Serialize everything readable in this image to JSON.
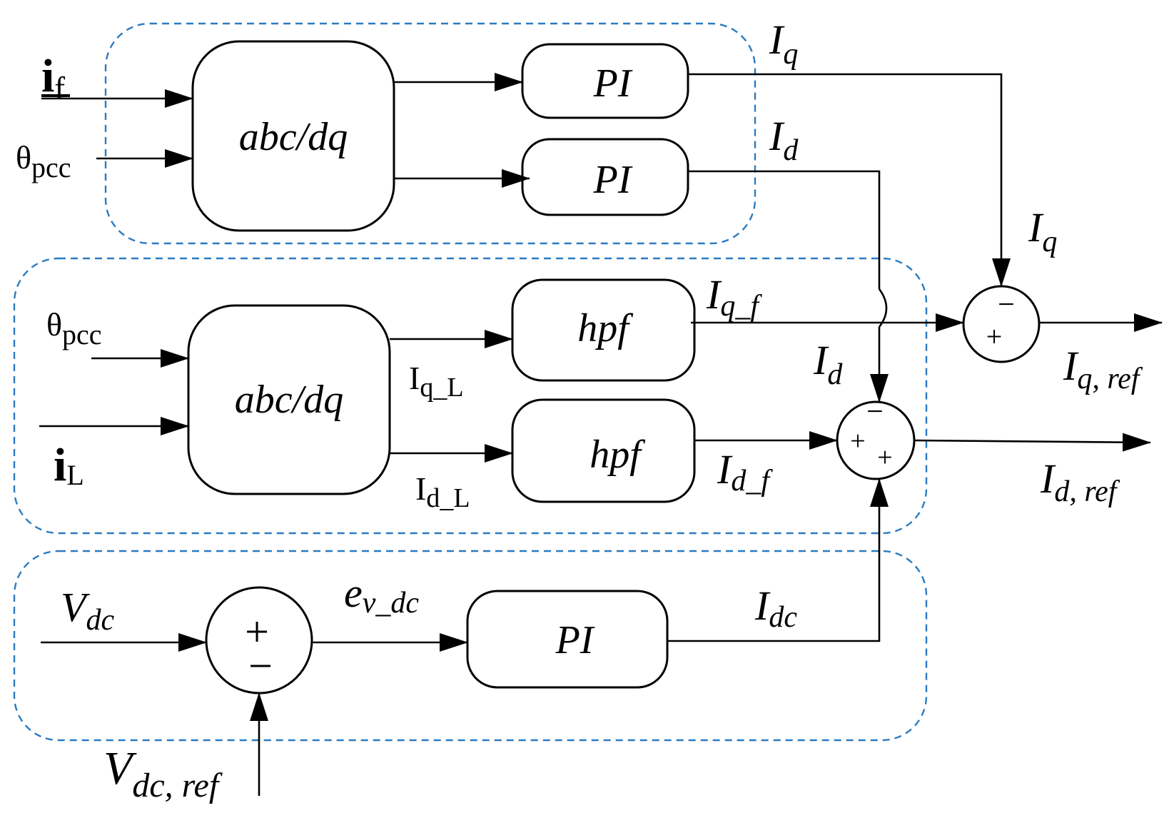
{
  "colors": {
    "group_border": "#2b7bc1",
    "line": "#000000",
    "background": "#ffffff"
  },
  "signals": {
    "i_f": {
      "base": "i",
      "sub": "f"
    },
    "theta_pcc_top": {
      "base": "θ",
      "sub": "pcc"
    },
    "theta_pcc_mid": {
      "base": "θ",
      "sub": "pcc"
    },
    "i_L": {
      "base": "i",
      "sub": "L"
    },
    "Iq_top": {
      "base": "I",
      "sub": "q"
    },
    "Id_top": {
      "base": "I",
      "sub": "d"
    },
    "Iq_right": {
      "base": "I",
      "sub": "q"
    },
    "Iq_f": {
      "base": "I",
      "sub": "q_f"
    },
    "Id_mid": {
      "base": "I",
      "sub": "d"
    },
    "Iq_L": {
      "base": "I",
      "sub": "q_L"
    },
    "Id_L": {
      "base": "I",
      "sub": "d_L"
    },
    "Id_f": {
      "base": "I",
      "sub": "d_f"
    },
    "Iq_ref": {
      "base": "I",
      "sub": "q, ref"
    },
    "Id_ref": {
      "base": "I",
      "sub": "d, ref"
    },
    "Vdc": {
      "base": "V",
      "sub": "dc"
    },
    "ev_dc": {
      "base": "e",
      "sub": "v_dc"
    },
    "Idc": {
      "base": "I",
      "sub": "dc"
    },
    "Vdc_ref": {
      "base": "V",
      "sub": "dc, ref"
    }
  },
  "blocks": {
    "abcdq_top": "abc/dq",
    "pi_q": "PI",
    "pi_d": "PI",
    "abcdq_mid": "abc/dq",
    "hpf_q": "hpf",
    "hpf_d": "hpf",
    "pi_dc": "PI"
  },
  "summers": {
    "q_sum": {
      "top": "−",
      "bottom": "+"
    },
    "d_sum": {
      "top": "−",
      "left": "+",
      "bottom": "+"
    },
    "dc_sum": {
      "top": "+",
      "bottom": "−"
    }
  }
}
